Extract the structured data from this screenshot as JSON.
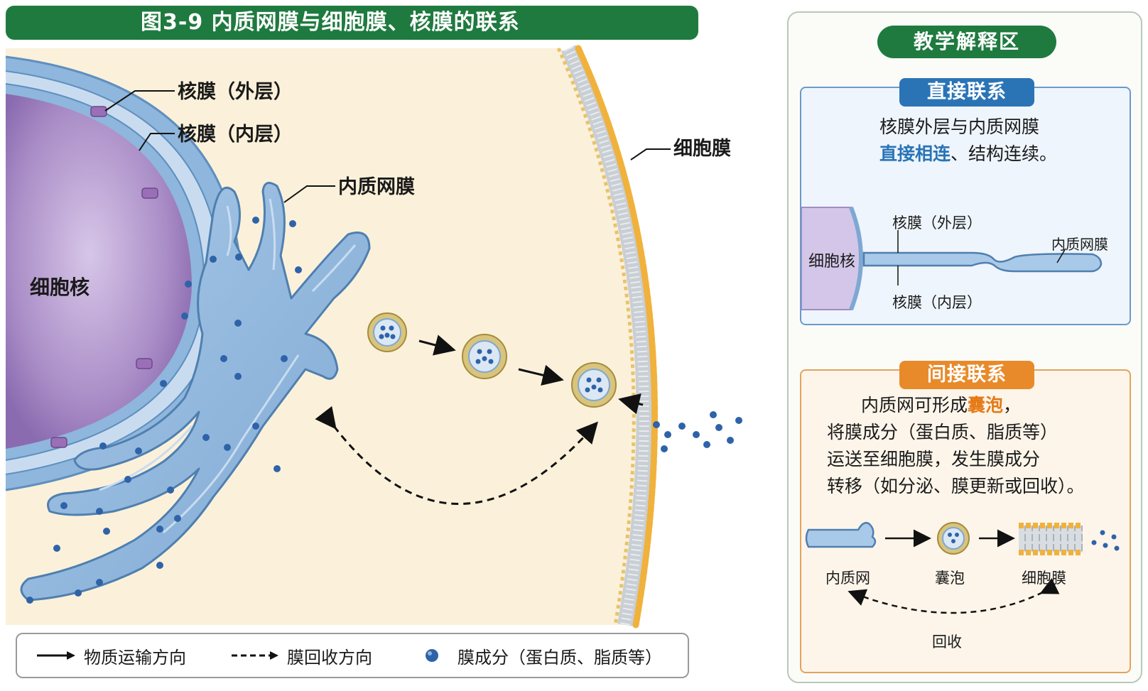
{
  "figure": {
    "title": "图3-9  内质网膜与细胞膜、核膜的联系",
    "labels": {
      "nucleus": "细胞核",
      "outer_envelope": "核膜（外层）",
      "inner_envelope": "核膜（内层）",
      "er_membrane": "内质网膜",
      "cell_membrane": "细胞膜"
    },
    "colors": {
      "title_green": "#1f7a3f",
      "er_blue": "#8fb6dc",
      "nucleus_purple": "#a98cc6",
      "cytoplasm": "#fbf1da",
      "membrane_orange": "#f0b23c"
    }
  },
  "legend": {
    "transport": "物质运输方向",
    "recycle": "膜回收方向",
    "component": "膜成分（蛋白质、脂质等）"
  },
  "panel": {
    "title": "教学解释区",
    "direct": {
      "tag": "直接联系",
      "line1": "核膜外层与内质网膜",
      "line2_highlight": "直接相连",
      "line2_rest": "、结构连续。",
      "diagram_labels": {
        "nucleus": "细胞核",
        "outer": "核膜（外层）",
        "inner": "核膜（内层）",
        "er": "内质网膜"
      }
    },
    "indirect": {
      "tag": "间接联系",
      "line1_a": "内质网可形成",
      "line1_highlight": "囊泡",
      "line1_b": "，",
      "line2": "将膜成分（蛋白质、脂质等）",
      "line3": "运送至细胞膜，发生膜成分",
      "line4": "转移（如分泌、膜更新或回收）。",
      "diagram_labels": {
        "er": "内质网",
        "vesicle": "囊泡",
        "membrane": "细胞膜",
        "recycle": "回收"
      }
    }
  }
}
